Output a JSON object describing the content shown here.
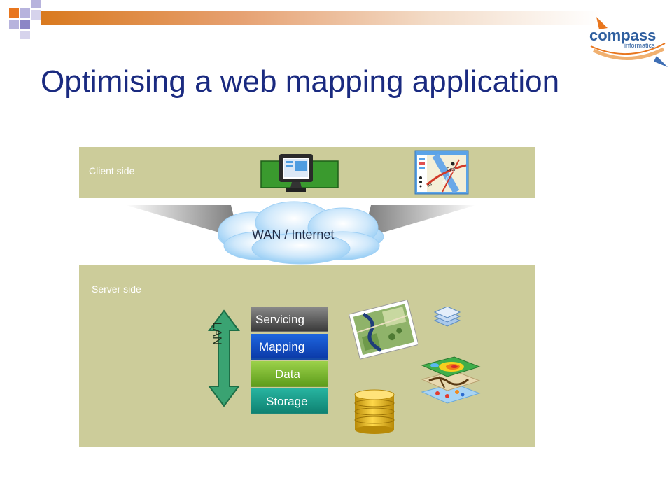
{
  "slide": {
    "title": "Optimising a web mapping application"
  },
  "logo": {
    "brand": "compass",
    "sub": "informatics"
  },
  "client": {
    "label": "Client side",
    "map_labels": [
      "Bath",
      "River Avon",
      "A4"
    ]
  },
  "network": {
    "wan_label": "WAN / Internet",
    "lan_label": "LAN"
  },
  "server": {
    "label": "Server side",
    "layers": [
      "Servicing",
      "Mapping",
      "Data",
      "Storage"
    ]
  },
  "colors": {
    "title": "#1a2a80",
    "panel": "#cccc9a",
    "accent_orange": "#e8761e",
    "accent_purple": "#8c86c6"
  }
}
